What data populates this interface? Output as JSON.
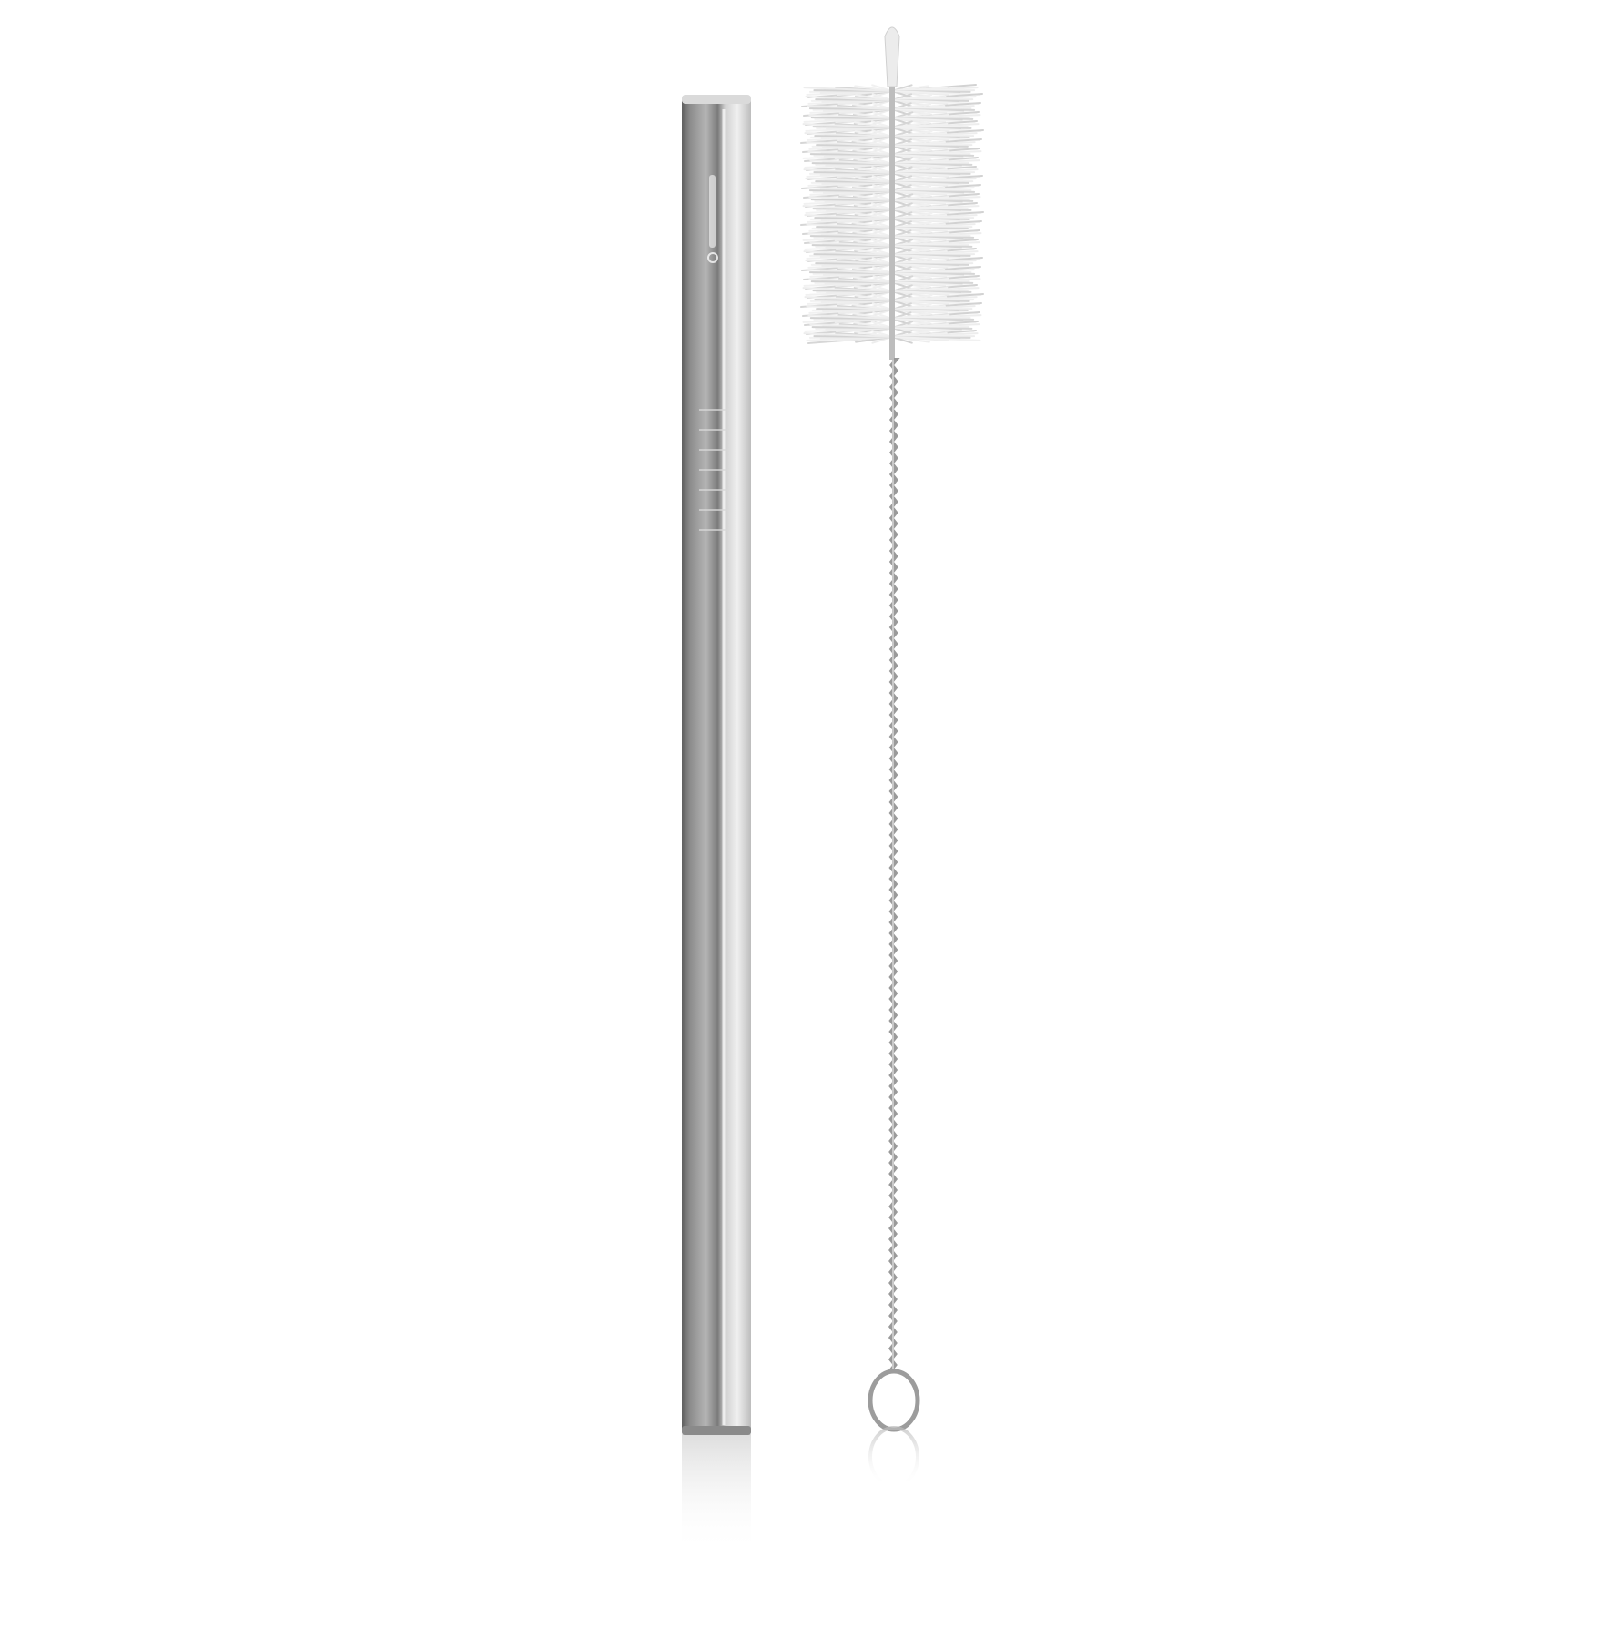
{
  "scene": {
    "background_color": "#ffffff",
    "objects": [
      {
        "name": "stainless-steel-straw",
        "shape": "straight metal tube with a small engraved logo near the top",
        "colors": {
          "dark": "#6f6f6f",
          "mid": "#a9a9a9",
          "light": "#e6e6e6"
        }
      },
      {
        "name": "cleaning-brush",
        "shape": "twisted wire brush with white bristle head and loop handle",
        "colors": {
          "bristles": "#f2f2f2",
          "bristle_shadow": "#d4d4d4",
          "wire": "#9a9a9a"
        }
      }
    ]
  }
}
